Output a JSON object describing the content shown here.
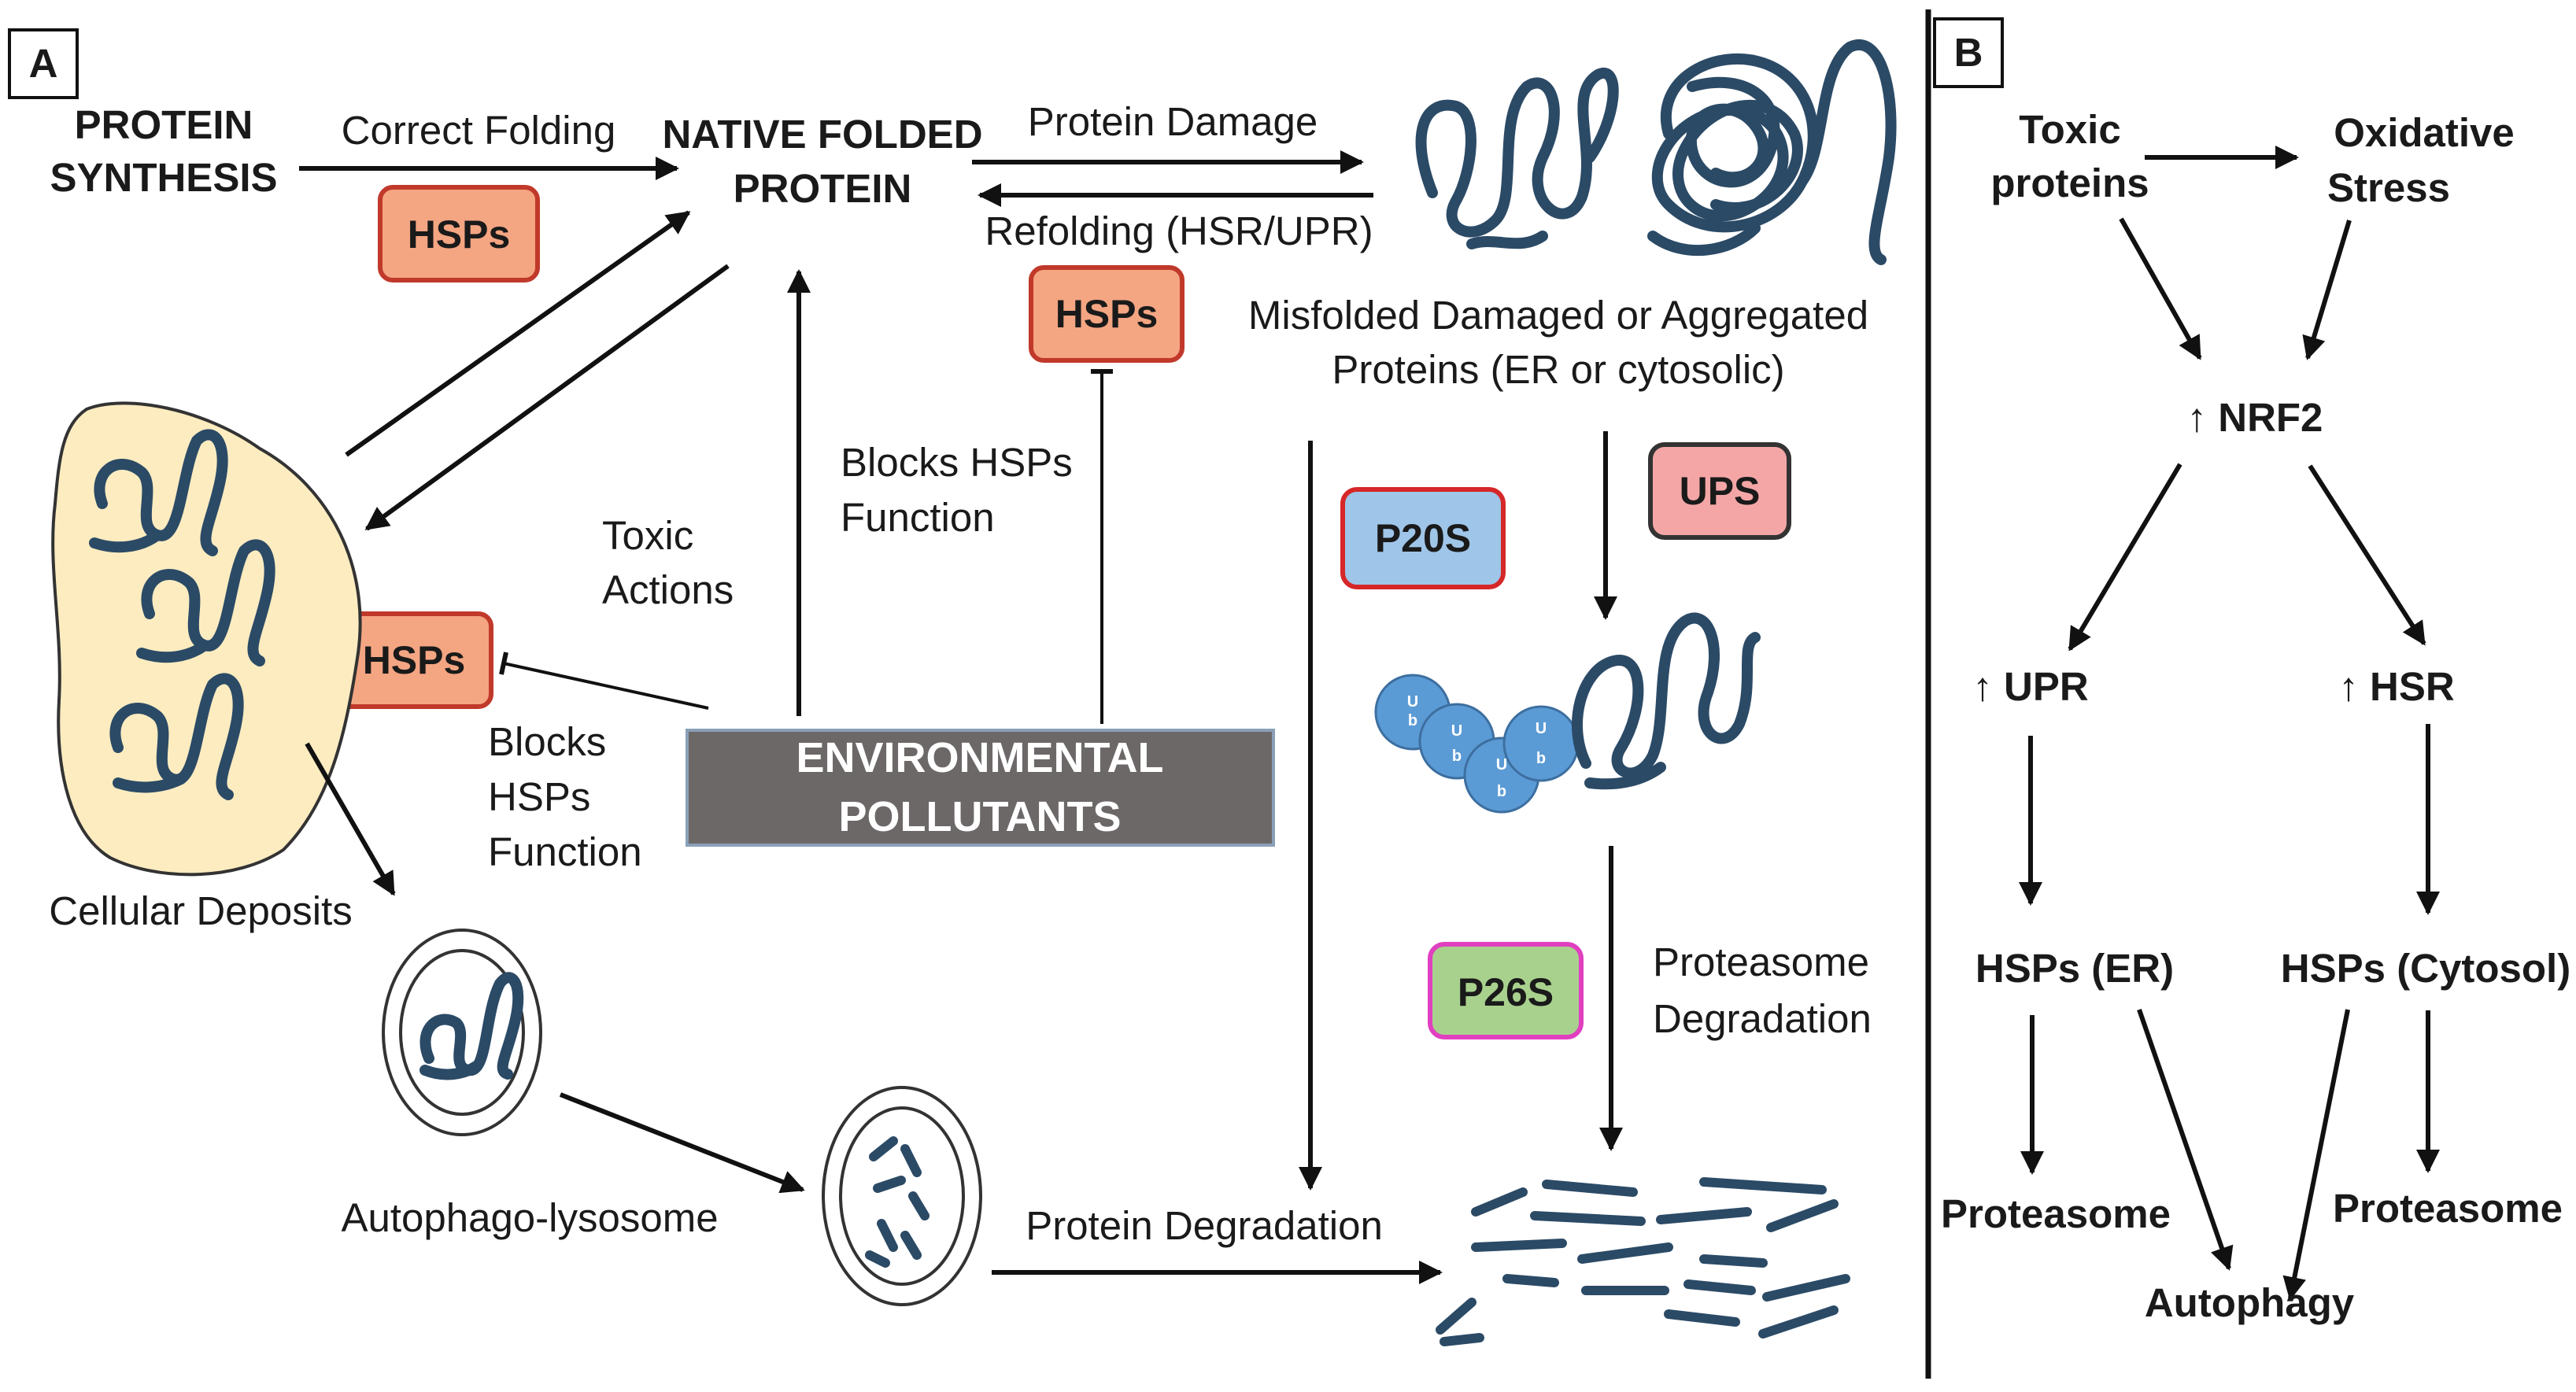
{
  "panel_a": {
    "label": "A",
    "protein_synthesis": [
      "PROTEIN",
      "SYNTHESIS"
    ],
    "correct_folding": "Correct Folding",
    "native_folded": [
      "NATIVE FOLDED",
      "PROTEIN"
    ],
    "protein_damage": "Protein Damage",
    "refolding": "Refolding (HSR/UPR)",
    "misfolded": [
      "Misfolded Damaged or Aggregated",
      "Proteins (ER or cytosolic)"
    ],
    "hsps": "HSPs",
    "p20s": "P20S",
    "ups": "UPS",
    "p26s": "P26S",
    "toxic_actions": [
      "Toxic",
      "Actions"
    ],
    "blocks_hsps_function_right": [
      "Blocks HSPs",
      "Function"
    ],
    "blocks_hsps_function_left": [
      "Blocks",
      "HSPs",
      "Function"
    ],
    "environmental_pollutants": [
      "ENVIRONMENTAL",
      "POLLUTANTS"
    ],
    "cellular_deposits": "Cellular Deposits",
    "autophago_lysosome": "Autophago-lysosome",
    "protein_degradation": "Protein Degradation",
    "proteasome_degradation": [
      "Proteasome",
      "Degradation"
    ],
    "ub": [
      "U",
      "b"
    ]
  },
  "panel_b": {
    "label": "B",
    "toxic_proteins": [
      "Toxic",
      "proteins"
    ],
    "oxidative_stress": [
      "Oxidative",
      "Stress"
    ],
    "nrf2": "↑ NRF2",
    "upr": "↑ UPR",
    "hsr": "↑ HSR",
    "hsps_er": "HSPs (ER)",
    "hsps_cytosol": "HSPs (Cytosol)",
    "proteasome_left": "Proteasome",
    "proteasome_right": "Proteasome",
    "autophagy": "Autophagy"
  },
  "colors": {
    "hsps_fill": "#f4a582",
    "hsps_border": "#c0392b",
    "p20s_fill": "#9fc5e8",
    "p20s_border": "#d62728",
    "ups_fill": "#f4a6a6",
    "ups_border": "#333333",
    "p26s_fill": "#a9d18e",
    "p26s_border": "#e040c0",
    "pollutants_fill": "#6d6868",
    "deposit_fill": "#fcecc0",
    "protein_stroke": "#2b4a66",
    "ub_fill": "#5b9bd5"
  }
}
